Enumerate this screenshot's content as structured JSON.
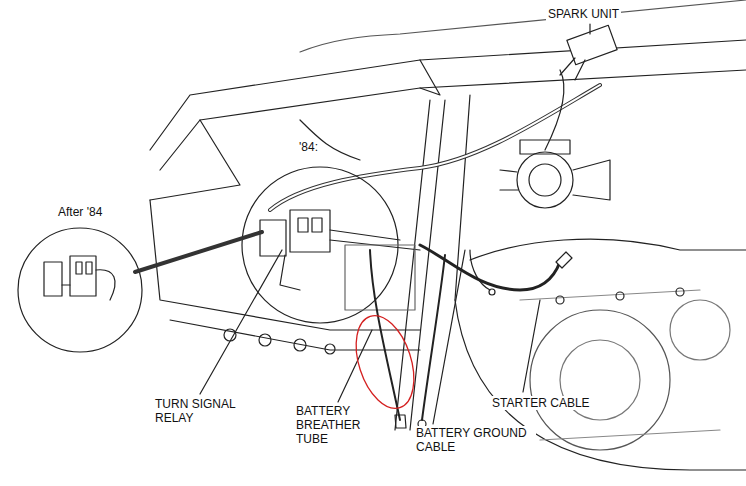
{
  "diagram": {
    "labels": [
      "SPARK UNIT",
      "'84:",
      "After '84",
      "TURN SIGNAL RELAY",
      "BATTERY BREATHER TUBE",
      "BATTERY GROUND CABLE",
      "STARTER CABLE"
    ]
  }
}
